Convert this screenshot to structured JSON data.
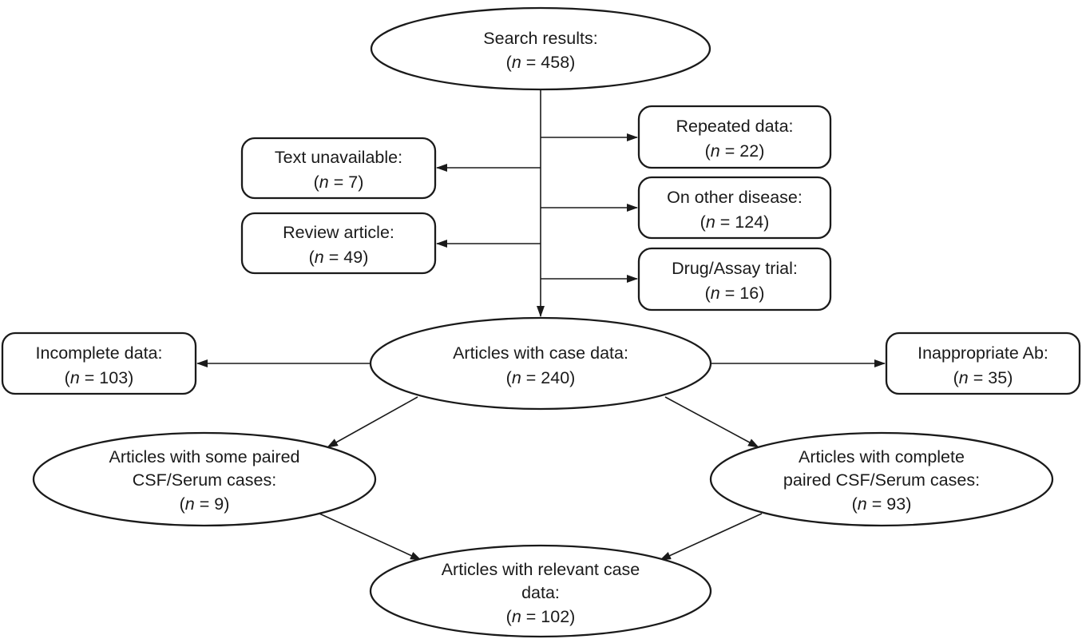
{
  "sym": {
    "open": "(",
    "n": "n",
    "eq": " = ",
    "close": ")"
  },
  "nodes": {
    "search": {
      "lines": [
        "Search results:"
      ],
      "value": "458"
    },
    "repeated": {
      "lines": [
        "Repeated data:"
      ],
      "value": "22"
    },
    "text_unavailable": {
      "lines": [
        "Text unavailable:"
      ],
      "value": "7"
    },
    "other_disease": {
      "lines": [
        "On other disease:"
      ],
      "value": "124"
    },
    "review": {
      "lines": [
        "Review article:"
      ],
      "value": "49"
    },
    "drug": {
      "lines": [
        "Drug/Assay trial:"
      ],
      "value": "16"
    },
    "case_data": {
      "lines": [
        "Articles with case data:"
      ],
      "value": "240"
    },
    "incomplete": {
      "lines": [
        "Incomplete data:"
      ],
      "value": "103"
    },
    "inappropriate": {
      "lines": [
        "Inappropriate Ab:"
      ],
      "value": "35"
    },
    "some_paired": {
      "lines": [
        "Articles with some paired",
        "CSF/Serum cases:"
      ],
      "value": "9"
    },
    "complete_paired": {
      "lines": [
        "Articles with complete",
        "paired CSF/Serum cases:"
      ],
      "value": "93"
    },
    "relevant": {
      "lines": [
        "Articles with relevant case",
        "data:"
      ],
      "value": "102"
    }
  },
  "edges": [
    {
      "from": "search",
      "to": "case_data"
    },
    {
      "from": "search",
      "to": "repeated"
    },
    {
      "from": "search",
      "to": "text_unavailable"
    },
    {
      "from": "search",
      "to": "other_disease"
    },
    {
      "from": "search",
      "to": "review"
    },
    {
      "from": "search",
      "to": "drug"
    },
    {
      "from": "case_data",
      "to": "incomplete"
    },
    {
      "from": "case_data",
      "to": "inappropriate"
    },
    {
      "from": "case_data",
      "to": "some_paired"
    },
    {
      "from": "case_data",
      "to": "complete_paired"
    },
    {
      "from": "some_paired",
      "to": "relevant"
    },
    {
      "from": "complete_paired",
      "to": "relevant"
    }
  ],
  "colors": {
    "stroke": "#1a1a1a",
    "fill": "#ffffff",
    "text": "#1a1a1a",
    "background": "#ffffff"
  }
}
